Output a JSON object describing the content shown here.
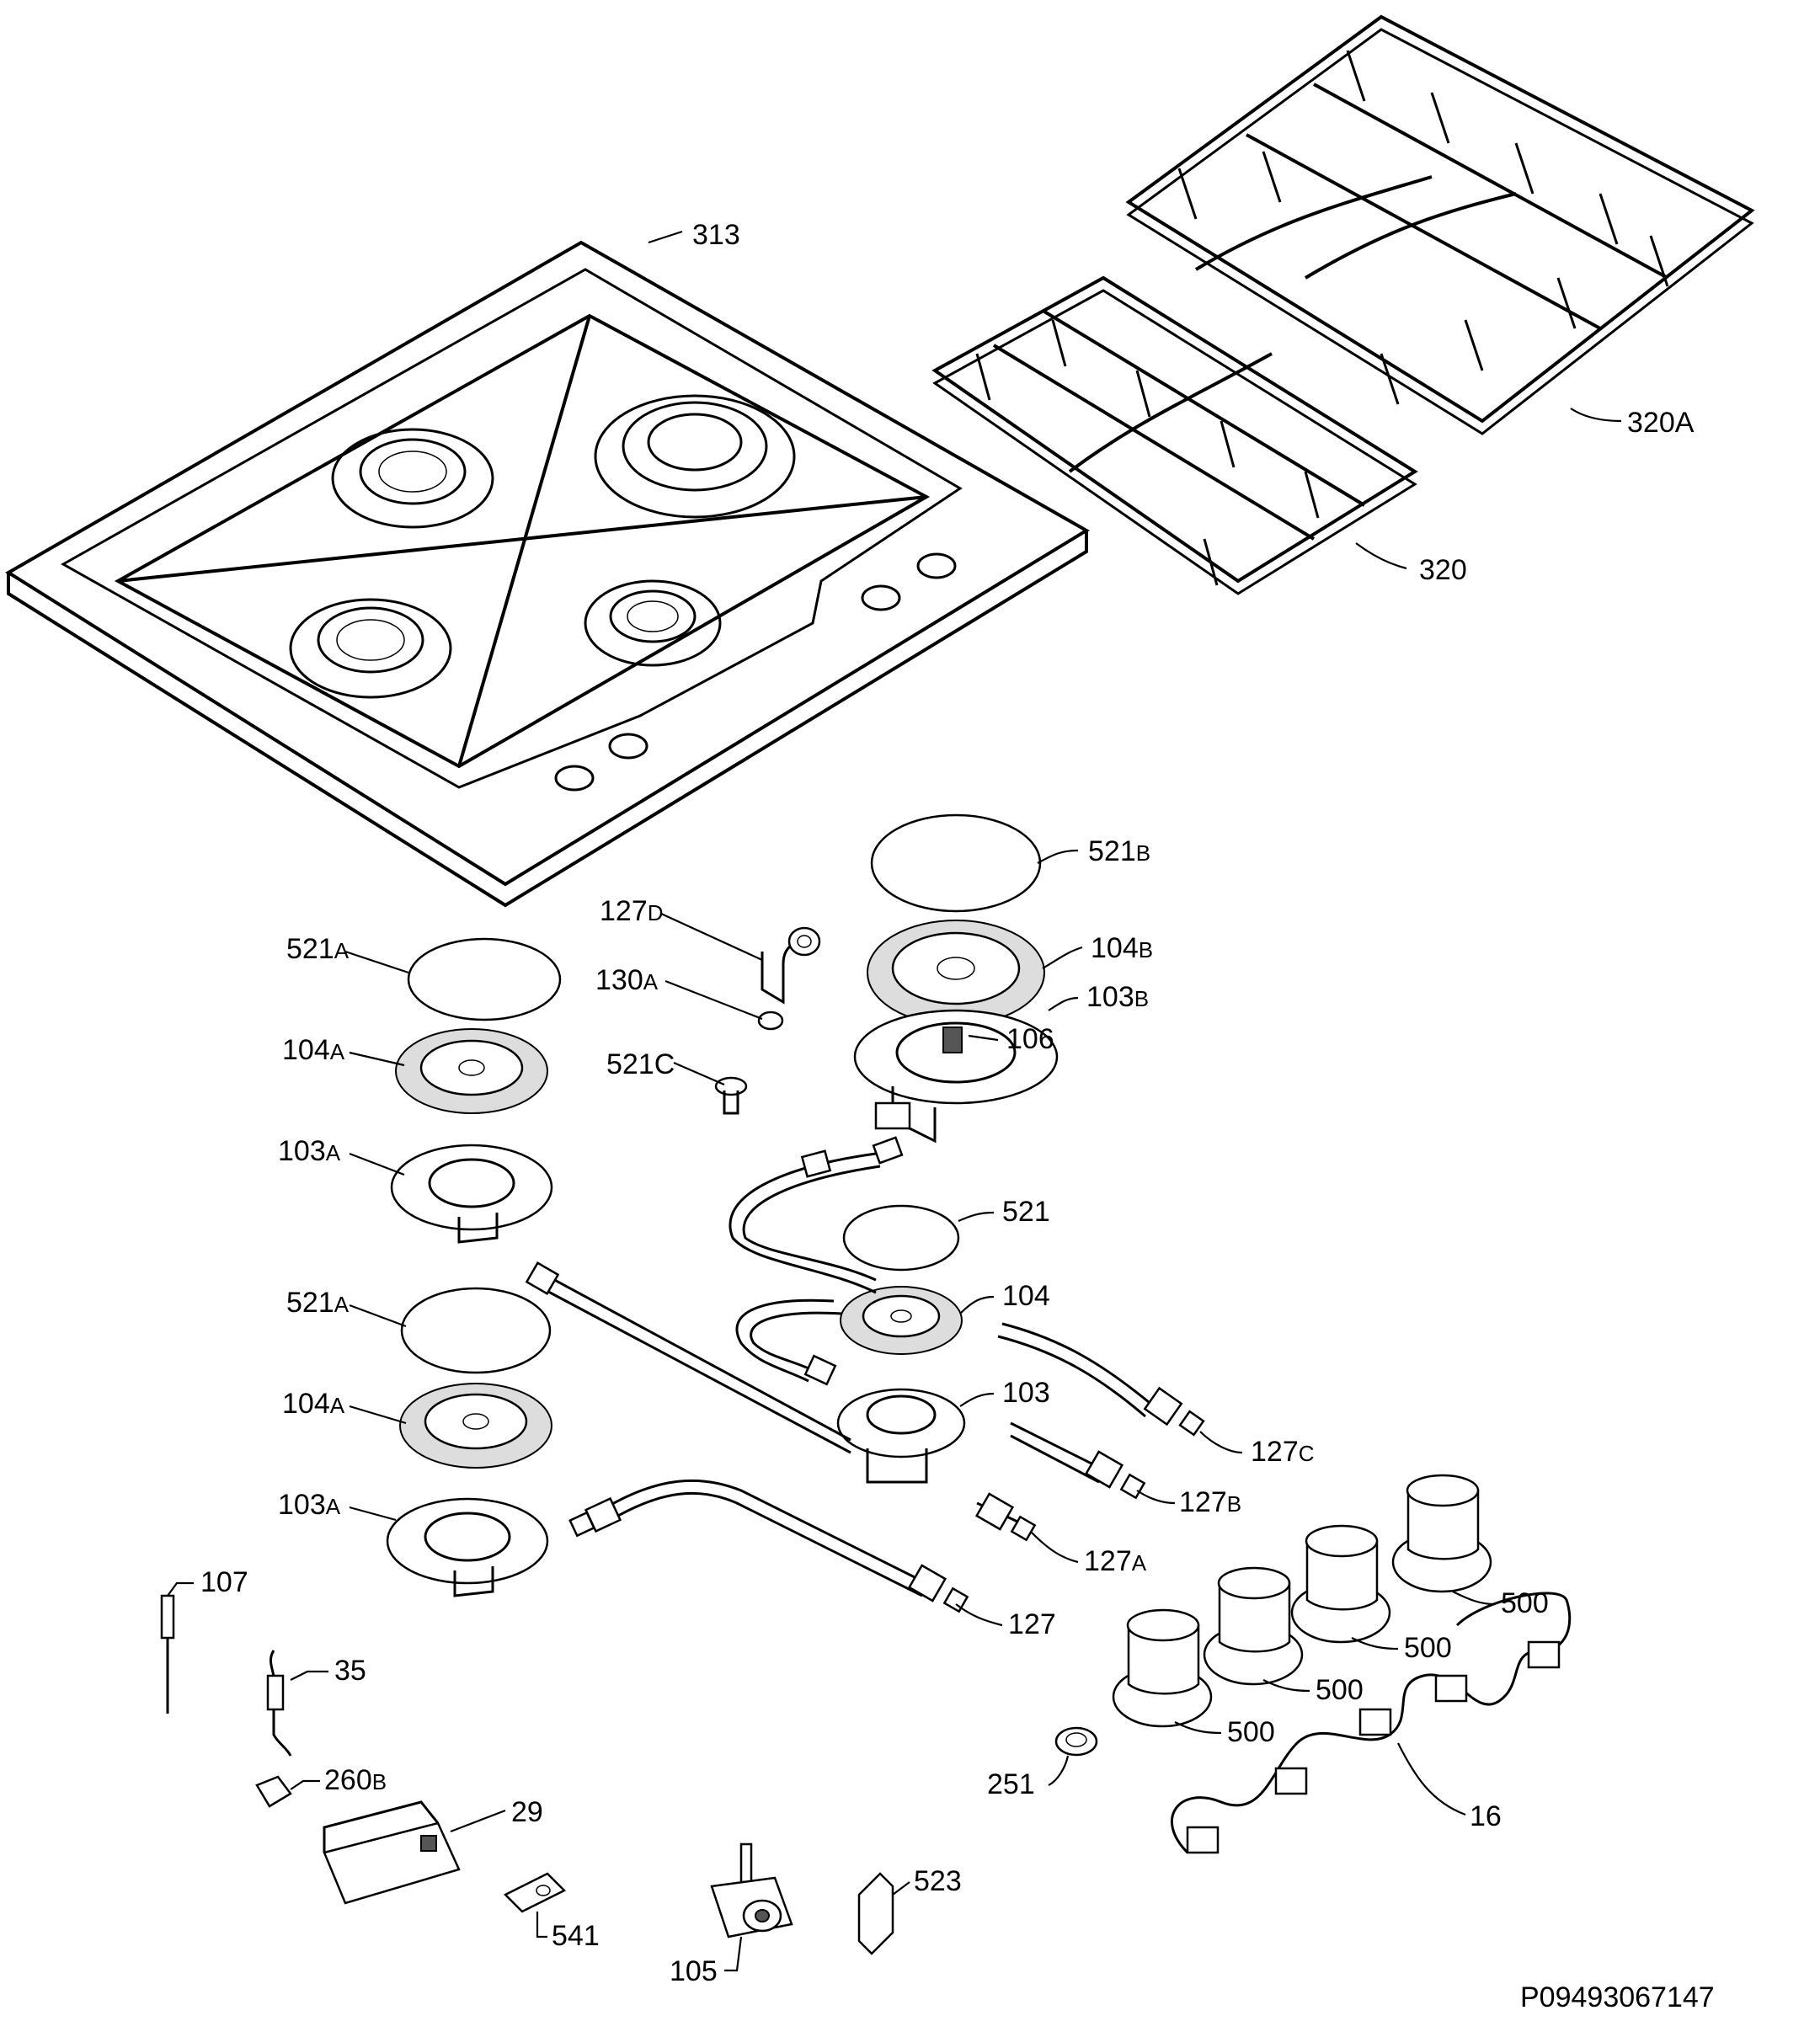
{
  "document_code": "P09493067147",
  "labels": [
    {
      "id": "313",
      "main": "313",
      "sub": ""
    },
    {
      "id": "320A",
      "main": "320A",
      "sub": ""
    },
    {
      "id": "320",
      "main": "320",
      "sub": ""
    },
    {
      "id": "521B",
      "main": "521",
      "sub": "B"
    },
    {
      "id": "127D",
      "main": "127",
      "sub": "D"
    },
    {
      "id": "104B",
      "main": "104",
      "sub": "B"
    },
    {
      "id": "103B",
      "main": "103",
      "sub": "B"
    },
    {
      "id": "130A",
      "main": "130",
      "sub": "A"
    },
    {
      "id": "106",
      "main": "106",
      "sub": ""
    },
    {
      "id": "521C",
      "main": "521C",
      "sub": ""
    },
    {
      "id": "521A-top",
      "main": "521",
      "sub": "A"
    },
    {
      "id": "104A-top",
      "main": "104",
      "sub": "A"
    },
    {
      "id": "103A-top",
      "main": "103",
      "sub": "A"
    },
    {
      "id": "521",
      "main": "521",
      "sub": ""
    },
    {
      "id": "104",
      "main": "104",
      "sub": ""
    },
    {
      "id": "521A-bottom",
      "main": "521",
      "sub": "A"
    },
    {
      "id": "103",
      "main": "103",
      "sub": ""
    },
    {
      "id": "104A-bottom",
      "main": "104",
      "sub": "A"
    },
    {
      "id": "127C",
      "main": "127",
      "sub": "C"
    },
    {
      "id": "127B",
      "main": "127",
      "sub": "B"
    },
    {
      "id": "103A-bottom",
      "main": "103",
      "sub": "A"
    },
    {
      "id": "127A",
      "main": "127",
      "sub": "A"
    },
    {
      "id": "107",
      "main": "107",
      "sub": ""
    },
    {
      "id": "127",
      "main": "127",
      "sub": ""
    },
    {
      "id": "35",
      "main": "35",
      "sub": ""
    },
    {
      "id": "500-1",
      "main": "500",
      "sub": ""
    },
    {
      "id": "500-2",
      "main": "500",
      "sub": ""
    },
    {
      "id": "500-3",
      "main": "500",
      "sub": ""
    },
    {
      "id": "500-4",
      "main": "500",
      "sub": ""
    },
    {
      "id": "260B",
      "main": "260",
      "sub": "B"
    },
    {
      "id": "251",
      "main": "251",
      "sub": ""
    },
    {
      "id": "29",
      "main": "29",
      "sub": ""
    },
    {
      "id": "16",
      "main": "16",
      "sub": ""
    },
    {
      "id": "523",
      "main": "523",
      "sub": ""
    },
    {
      "id": "541",
      "main": "541",
      "sub": ""
    },
    {
      "id": "105",
      "main": "105",
      "sub": ""
    }
  ]
}
